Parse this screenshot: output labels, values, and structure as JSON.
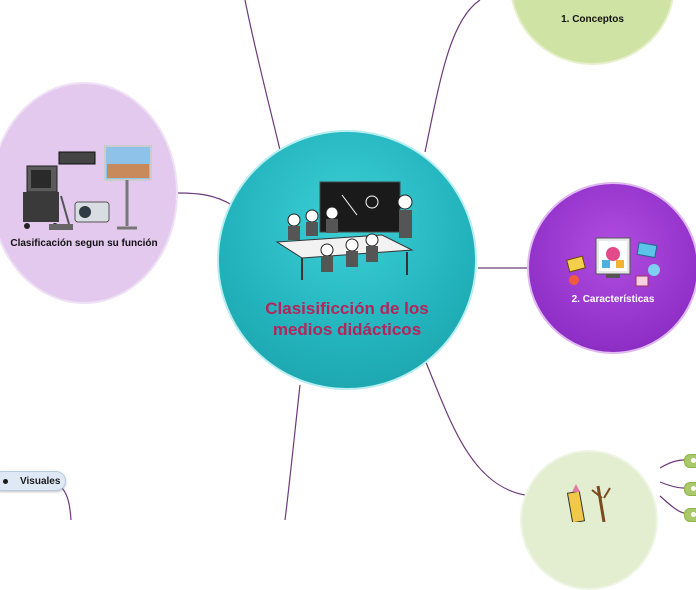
{
  "central": {
    "title": "Clasisificción de los medios didácticos"
  },
  "nodes": {
    "conceptos": "1. Conceptos",
    "caracteristicas": "2. Características",
    "clasificacion": "Clasificación segun su función"
  },
  "subtopics": {
    "visuales": "Visuales"
  },
  "colors": {
    "central": "#23b4bd",
    "title": "#b5245a",
    "conceptos": "#cfe3a4",
    "caracteristicas": "#9030c8",
    "clasificacion": "#e3c9ee",
    "links": "#6b3a7a"
  }
}
